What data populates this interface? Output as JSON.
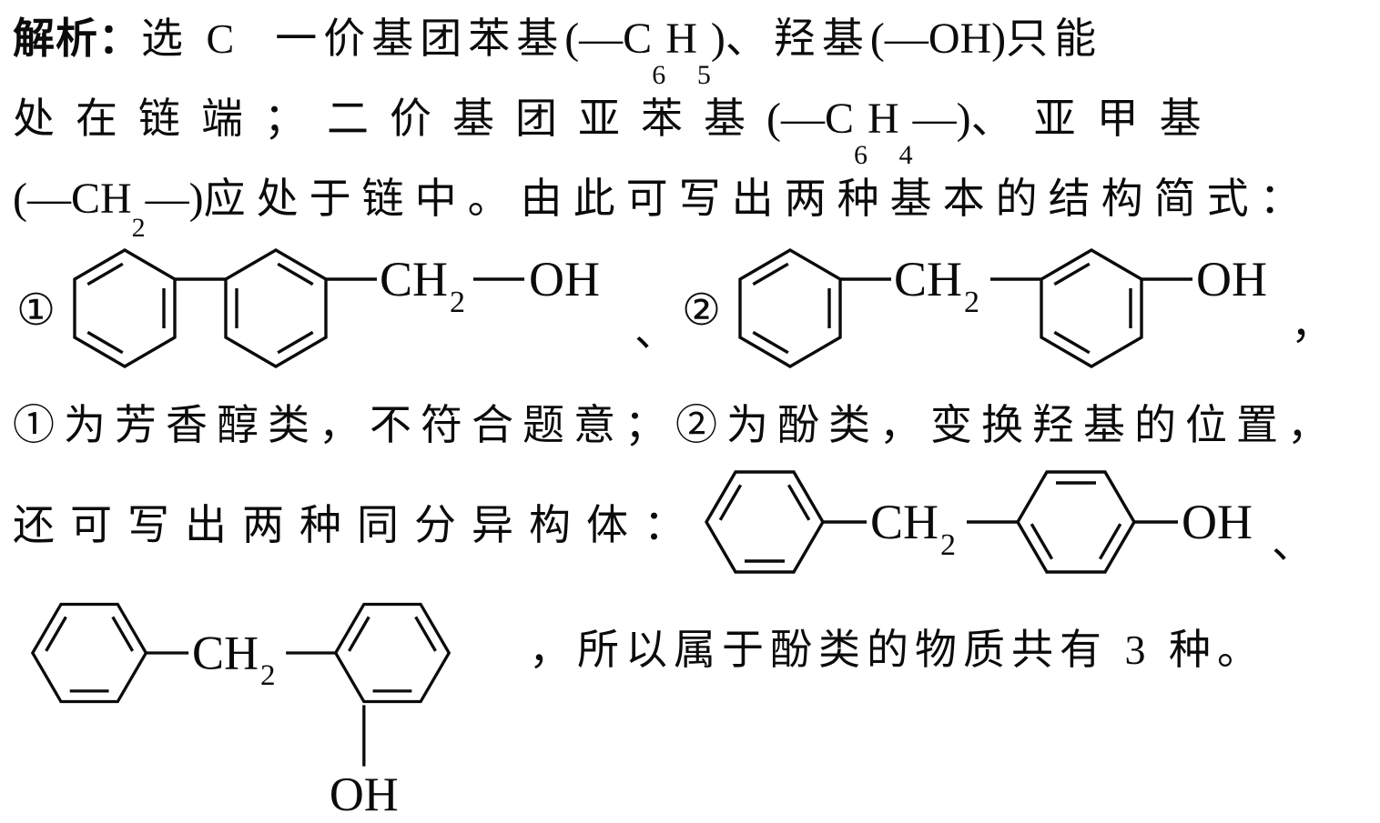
{
  "page": {
    "background": "#ffffff",
    "ink": "#0b0b0b"
  },
  "solution": {
    "label": "解析：",
    "line1": {
      "t0": "选 C",
      "t1": "一价基团苯基",
      "f1": "(—C",
      "s1": "6",
      "f2": "H",
      "s2": "5",
      "f3": ")",
      "t2": "、羟基",
      "f4": "(—OH)",
      "t3": "只能"
    },
    "line2": {
      "t0": "处在链端；二价基团亚苯基",
      "f1": "(—C",
      "s1": "6",
      "f2": "H",
      "s2": "4",
      "f3": "—)",
      "t1": "、亚甲基"
    },
    "line3": {
      "f1": "(—CH",
      "s1": "2",
      "f2": "—)",
      "t1": "应处于链中。由此可写出两种基本的结构简式："
    },
    "line5": "①为芳香醇类，不符合题意；②为酚类，变换羟基的位置，",
    "line6": "还可写出两种同分异构体：",
    "line7": "，所以属于酚类的物质共有 3 种。"
  },
  "row4": {
    "num1": "①",
    "sep": "、",
    "num2": "②",
    "comma": "，"
  },
  "row6": {
    "sep": "、"
  },
  "structures": {
    "s1": {
      "ch": "CH",
      "chsub": "2",
      "oh": "OH"
    },
    "s2": {
      "ch": "CH",
      "chsub": "2",
      "oh": "OH"
    },
    "s3": {
      "ch": "CH",
      "chsub": "2",
      "oh": "OH"
    },
    "s4": {
      "ch": "CH",
      "chsub": "2",
      "oh": "OH"
    }
  }
}
